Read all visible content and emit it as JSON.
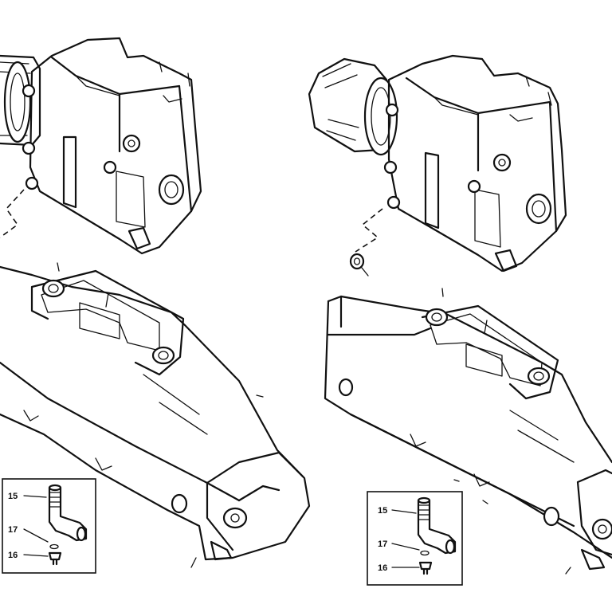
{
  "callouts": {
    "left_inset": [
      "15",
      "17",
      "16"
    ],
    "right_inset": [
      "15",
      "17",
      "16"
    ]
  },
  "colors": {
    "line": "#111111",
    "paper": "#ffffff"
  }
}
